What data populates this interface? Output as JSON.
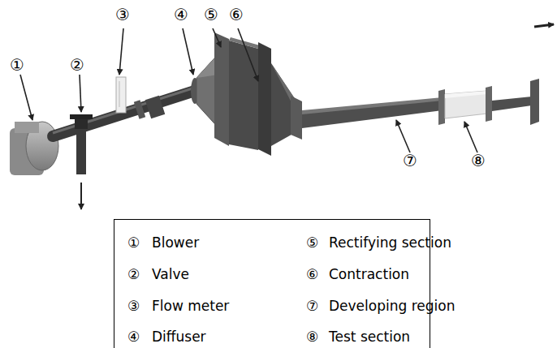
{
  "diagram": {
    "nodes": [
      {
        "text": [
          "①",
          "Blower",
          "⑤",
          "Rectifying section",
          "②",
          "Valve",
          "⑥",
          "Contraction",
          "③",
          "Flow meter",
          "⑦",
          "Developing region",
          "④",
          "Diffuser",
          "⑧",
          "Test section"
        ]
      }
    ],
    "labels": [
      "③",
      "④",
      "⑤",
      "⑥",
      "①",
      "②",
      "⑦",
      "⑧"
    ]
  }
}
